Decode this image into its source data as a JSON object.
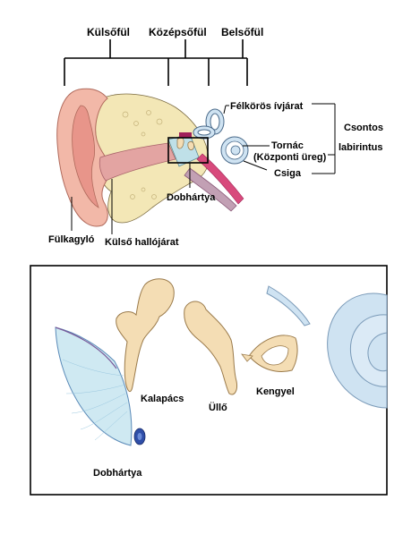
{
  "header_labels": {
    "outer": "Külsőfül",
    "middle": "Középsőfül",
    "inner": "Belsőfül"
  },
  "top_labels": {
    "semicircular": "Félkörös ívjárat",
    "bony_1": "Csontos",
    "bony_2": "labirintus",
    "vestibule": "Tornác",
    "vestibule_sub": "(Központi üreg)",
    "cochlea": "Csiga",
    "eardrum": "Dobhártya",
    "auricle": "Fülkagyló",
    "canal": "Külső hallójárat"
  },
  "bottom_labels": {
    "malleus": "Kalapács",
    "incus": "Üllő",
    "stapes": "Kengyel",
    "eardrum": "Dobhártya"
  },
  "colors": {
    "skin": "#f2b8a8",
    "skin_dark": "#e8958a",
    "bone": "#f3e7b6",
    "ossicle": "#f4ddb4",
    "canal": "#e3a4a2",
    "eardrum_fill": "#cfe9f2",
    "inner_ear": "#cfe3f2",
    "nerve": "#d84a7c",
    "tube": "#c2a0b4",
    "stapes_blue": "#2f4ea8"
  }
}
